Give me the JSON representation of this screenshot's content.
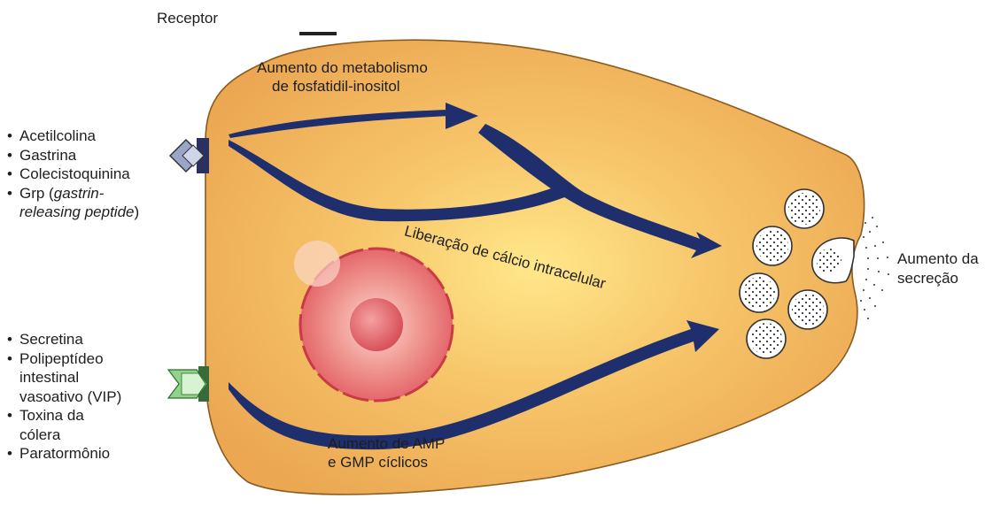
{
  "receptor_label": "Receptor",
  "pathway_top": {
    "line1": "Aumento do metabolismo",
    "line2": "de fosfatidil-inositol"
  },
  "calcium_label": "Liberação de cálcio intracelular",
  "pathway_bottom": {
    "line1": "Aumento de AMP",
    "line2": "e GMP cíclicos"
  },
  "secretion_label": {
    "line1": "Aumento da",
    "line2": "secreção"
  },
  "top_agonists": {
    "acetilcolina": "Acetilcolina",
    "gastrina": "Gastrina",
    "colecistoquinina": "Colecistoquinina",
    "grp_prefix": "Grp (",
    "grp_italic_1": "gastrin-",
    "grp_italic_2": "releasing peptide",
    "grp_suffix": ")"
  },
  "bottom_agonists": {
    "secretina": "Secretina",
    "vip_1": "Polipeptídeo",
    "vip_2": "intestinal",
    "vip_3": "vasoativo (VIP)",
    "toxina_1": "Toxina da",
    "toxina_2": "cólera",
    "paratormonio": "Paratormônio"
  },
  "colors": {
    "cell_fill": "#f2b661",
    "cell_stroke": "#8a5a1e",
    "arrow": "#1f2f6e",
    "nucleus": "#e8686c",
    "receptor_top": "#9aa6c8",
    "receptor_bottom": "#8fd48a"
  },
  "icons": [
    "receptor-diamond-icon",
    "receptor-chevron-icon",
    "secretory-granule-icon",
    "exocytosis-spray-icon"
  ]
}
